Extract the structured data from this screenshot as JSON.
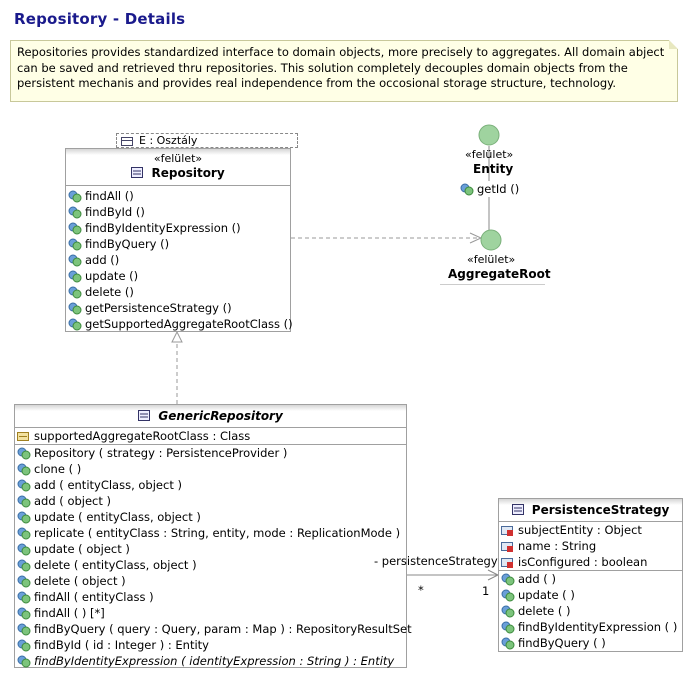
{
  "title": "Repository - Details",
  "note": "Repositories provides standardized interface to domain objects, more precisely to aggregates. All domain abject can be saved and retrieved thru repositories. This solution completely decouples domain objects from the persistent mechanis and provides real independence from the occosional storage structure, technology.",
  "package_tab": "E : Osztály",
  "repository": {
    "stereotype": "«felület»",
    "name": "Repository",
    "operations": [
      "findAll ()",
      "findById ()",
      "findByIdentityExpression ()",
      "findByQuery ()",
      "add ()",
      "update ()",
      "delete ()",
      "getPersistenceStrategy ()",
      "getSupportedAggregateRootClass ()"
    ]
  },
  "entity": {
    "stereotype": "«felület»",
    "name": "Entity",
    "operation": "getId ()"
  },
  "aggregate_root": {
    "stereotype": "«felület»",
    "name": "AggregateRoot"
  },
  "generic_repository": {
    "name": "GenericRepository",
    "attribute": "supportedAggregateRootClass : Class",
    "operations": [
      "Repository ( strategy : PersistenceProvider )",
      "clone ( )",
      "add ( entityClass, object )",
      "add ( object )",
      "update ( entityClass, object )",
      "replicate ( entityClass : String, entity, mode : ReplicationMode )",
      "update ( object )",
      "delete ( entityClass, object )",
      "delete ( object )",
      "findAll ( entityClass )",
      "findAll ( ) [*]",
      "findByQuery ( query : Query, param : Map ) : RepositoryResultSet",
      "findById ( id : Integer ) : Entity",
      "findByIdentityExpression ( identityExpression : String ) : Entity"
    ]
  },
  "persistence_strategy": {
    "name": "PersistenceStrategy",
    "attributes": [
      "subjectEntity : Object",
      "name : String",
      "isConfigured : boolean"
    ],
    "operations": [
      "add ( )",
      "update ( )",
      "delete ( )",
      "findByIdentityExpression ( )",
      "findByQuery ( )"
    ]
  },
  "association": {
    "role": "- persistenceStrategy",
    "mult_source": "*",
    "mult_target": "1"
  }
}
